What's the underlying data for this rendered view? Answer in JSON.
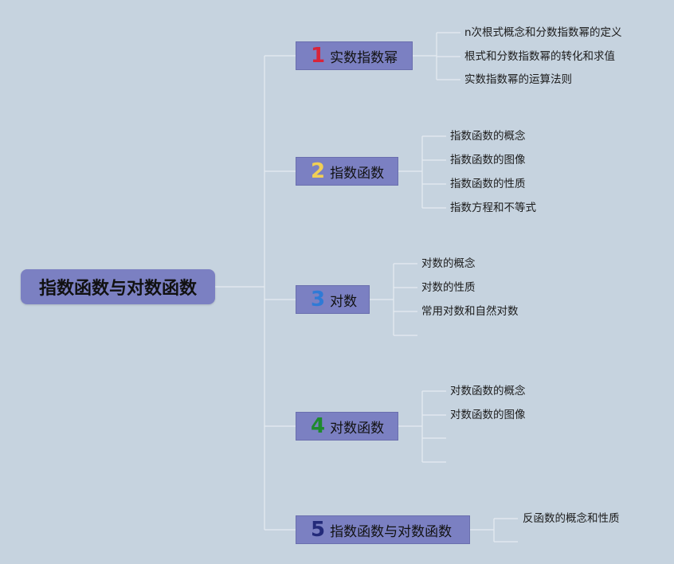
{
  "root": {
    "label": "指数函数与对数函数"
  },
  "branches": [
    {
      "number": "1",
      "number_color": "#d8243a",
      "label": "实数指数幂",
      "topics": [
        "n次根式概念和分数指数幂的定义",
        "根式和分数指数幂的转化和求值",
        "实数指数幂的运算法则"
      ]
    },
    {
      "number": "2",
      "number_color": "#f1cf55",
      "label": "指数函数",
      "topics": [
        "指数函数的概念",
        "指数函数的图像",
        "指数函数的性质",
        "指数方程和不等式"
      ]
    },
    {
      "number": "3",
      "number_color": "#2f7ad6",
      "label": "对数",
      "topics": [
        "对数的概念",
        "对数的性质",
        "常用对数和自然对数"
      ]
    },
    {
      "number": "4",
      "number_color": "#1e8a2e",
      "label": "对数函数",
      "topics": [
        "对数函数的概念",
        "对数函数的图像"
      ]
    },
    {
      "number": "5",
      "number_color": "#232a7a",
      "label": "指数函数与对数函数",
      "topics": [
        "反函数的概念和性质"
      ]
    }
  ]
}
